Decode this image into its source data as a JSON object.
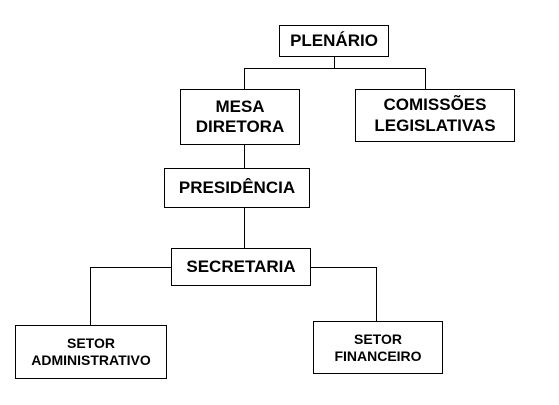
{
  "org_chart": {
    "plenario": {
      "lines": [
        "PLENÁRIO"
      ]
    },
    "mesa_diretora": {
      "lines": [
        "MESA",
        "DIRETORA"
      ]
    },
    "comissoes": {
      "lines": [
        "COMISSÕES",
        "LEGISLATIVAS"
      ]
    },
    "presidencia": {
      "lines": [
        "PRESIDÊNCIA"
      ]
    },
    "secretaria": {
      "lines": [
        "SECRETARIA"
      ]
    },
    "setor_administrativo": {
      "lines": [
        "SETOR",
        "ADMINISTRATIVO"
      ]
    },
    "setor_financeiro": {
      "lines": [
        "SETOR",
        "FINANCEIRO"
      ]
    }
  }
}
